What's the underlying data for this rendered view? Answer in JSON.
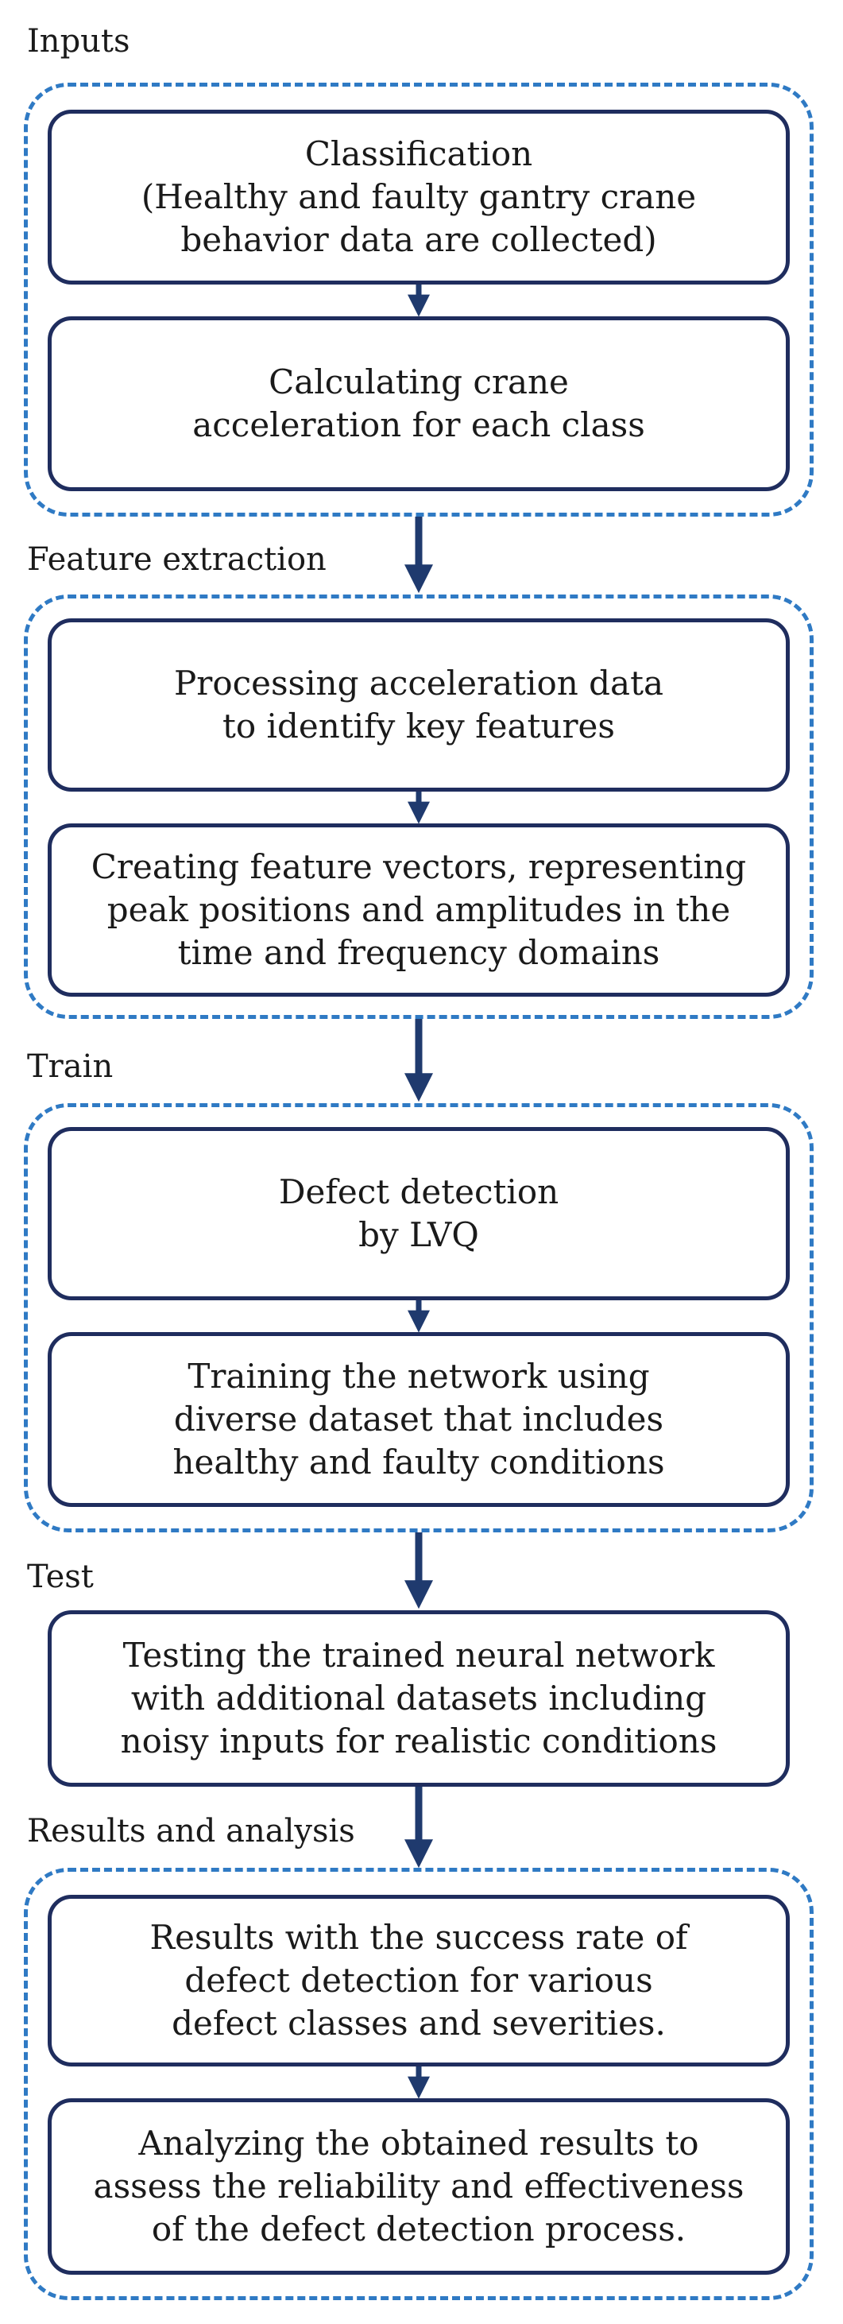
{
  "colors": {
    "box_border": "#1f2d5e",
    "group_border": "#2f7ac4",
    "arrow": "#1f3a6e"
  },
  "sections": {
    "inputs": "Inputs",
    "feature_extraction": "Feature extraction",
    "train": "Train",
    "test": "Test",
    "results": "Results and analysis"
  },
  "boxes": {
    "classification": "Classification\n(Healthy and faulty gantry crane\nbehavior data are collected)",
    "acceleration": "Calculating crane\nacceleration for each class",
    "processing": "Processing acceleration data\nto identify key features",
    "feature_vectors": "Creating feature vectors, representing\npeak positions and amplitudes in the\ntime and frequency domains",
    "defect_detection": "Defect detection\nby LVQ",
    "training": "Training the network using\ndiverse dataset that includes\nhealthy and faulty conditions",
    "testing": "Testing the trained neural network\nwith additional datasets including\nnoisy inputs for realistic conditions",
    "results_rate": "Results with the success rate of\ndefect detection for various\ndefect classes and severities.",
    "analyzing": "Analyzing the obtained results to\nassess the reliability and effectiveness\nof the defect detection process."
  }
}
